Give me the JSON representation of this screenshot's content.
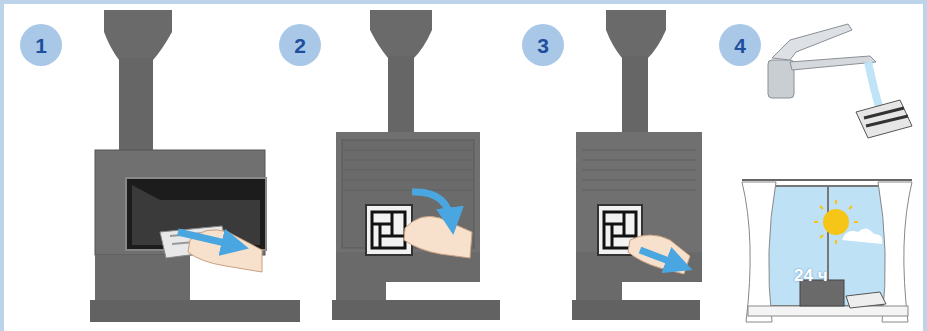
{
  "diagram": {
    "nodes": [
      {
        "text": [
          "1"
        ]
      },
      {
        "text": [
          "2"
        ]
      },
      {
        "text": [
          "3"
        ]
      },
      {
        "text": [
          "4"
        ]
      }
    ],
    "labels": [
      "24 ч"
    ]
  }
}
